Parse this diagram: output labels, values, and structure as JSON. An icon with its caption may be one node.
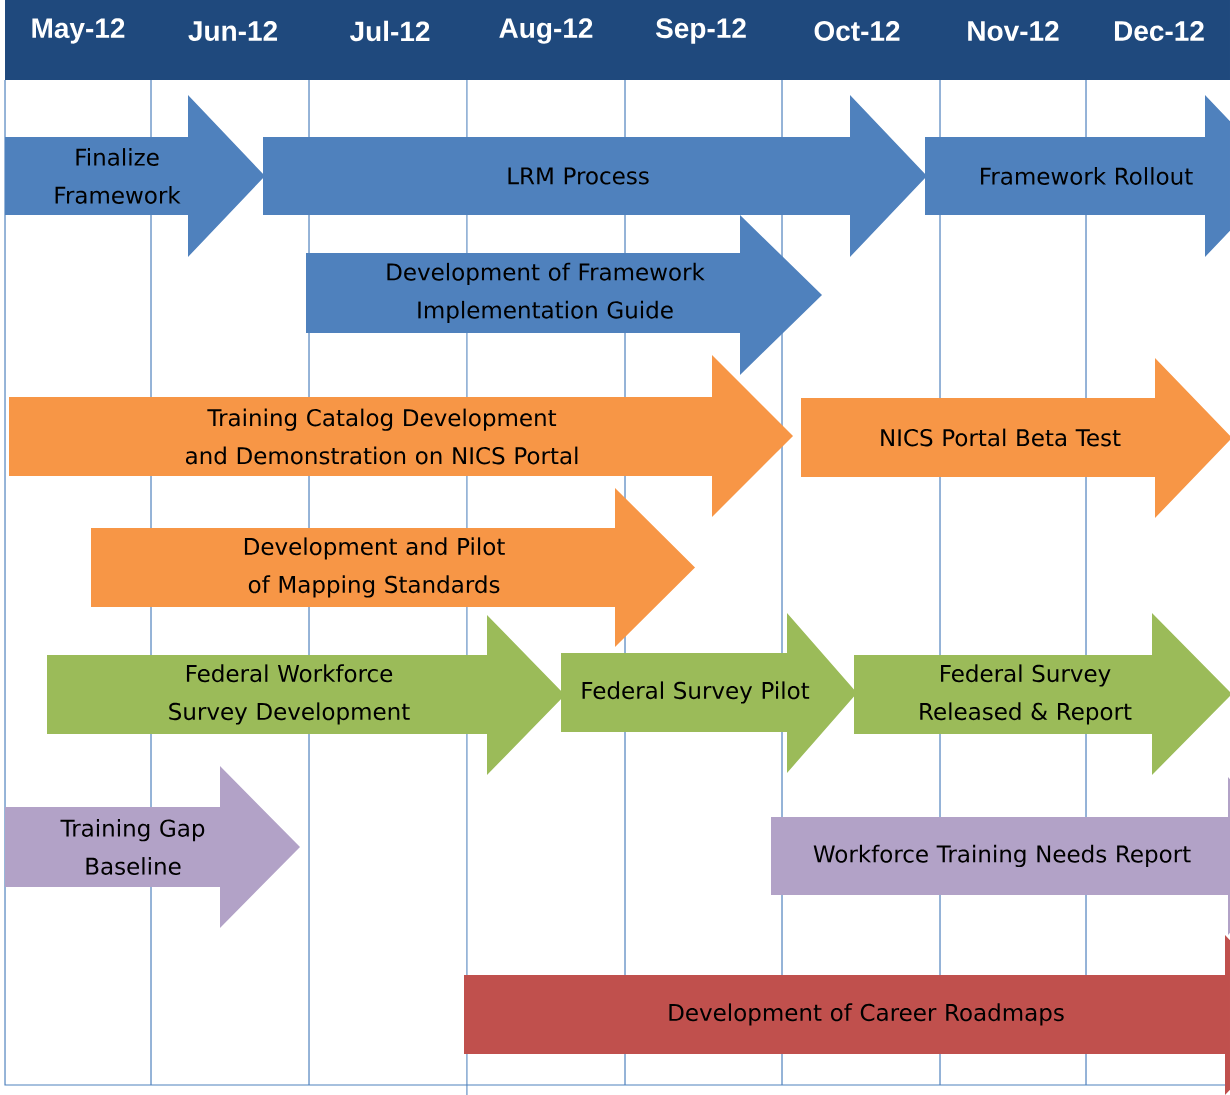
{
  "diagram": {
    "nodes": [
      {
        "text": [
          "Finalize Framework"
        ]
      },
      {
        "text": [
          "LRM Process"
        ]
      },
      {
        "text": [
          "Framework Rollout"
        ]
      },
      {
        "text": [
          "Development of Framework Implementation Guide"
        ]
      },
      {
        "text": [
          "Training Catalog Development and Demonstration on NICS Portal"
        ]
      },
      {
        "text": [
          "NICS Portal Beta Test"
        ]
      },
      {
        "text": [
          "Development and Pilot of Mapping Standards"
        ]
      },
      {
        "text": [
          "Federal Workforce Survey Development"
        ]
      },
      {
        "text": [
          "Federal Survey Pilot"
        ]
      },
      {
        "text": [
          "Federal Survey Released & Report"
        ]
      },
      {
        "text": [
          "Training Gap Baseline"
        ]
      },
      {
        "text": [
          "Workforce Training Needs Report"
        ]
      },
      {
        "text": [
          "Development of Career Roadmaps"
        ]
      }
    ],
    "labels": [
      "May-12",
      "Jun-12",
      "Jul-12",
      "Aug-12",
      "Sep-12",
      "Oct-12",
      "Nov-12",
      "Dec-12"
    ]
  }
}
